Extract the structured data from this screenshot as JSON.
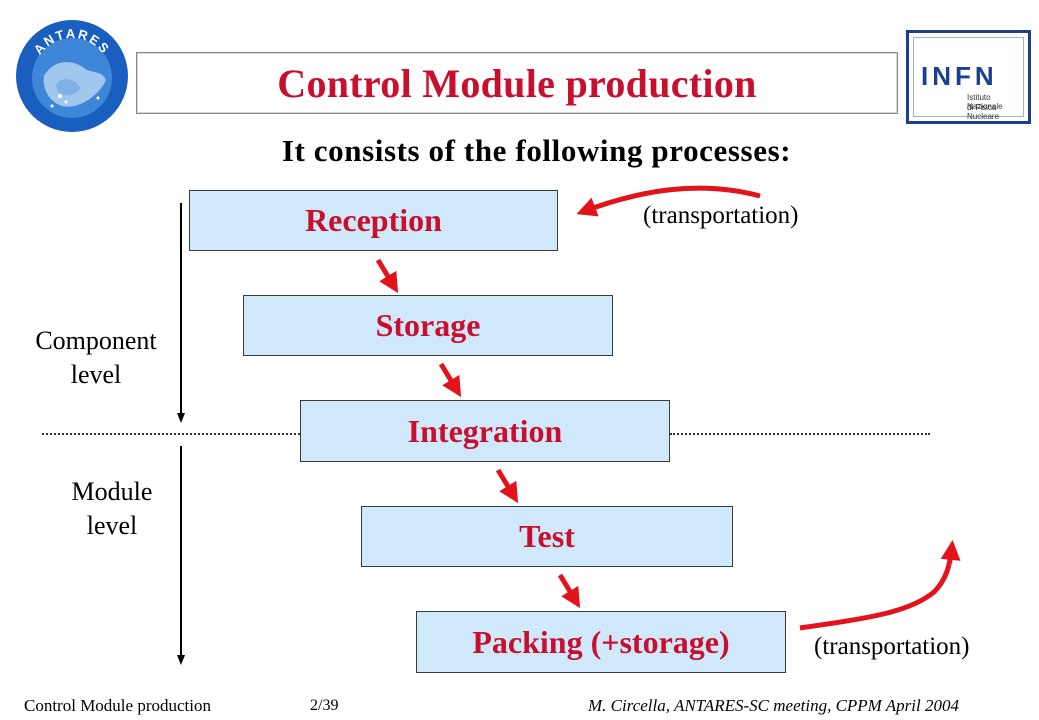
{
  "title": "Control Module production",
  "subtitle": "It consists of the following processes:",
  "processes": [
    {
      "label": "Reception"
    },
    {
      "label": "Storage"
    },
    {
      "label": "Integration"
    },
    {
      "label": "Test"
    },
    {
      "label": "Packing (+storage)"
    }
  ],
  "notes": {
    "top": "(transportation)",
    "bottom": "(transportation)"
  },
  "levels": {
    "component": [
      "Component",
      "level"
    ],
    "module": [
      "Module",
      "level"
    ]
  },
  "logos": {
    "antares": "ANTARES",
    "infn_main": "INFN",
    "infn_sub_1": "Istituto Nazionale",
    "infn_sub_2": "di Fisica Nucleare"
  },
  "footer": {
    "left": "Control Module production",
    "page": "2/39",
    "right": "M. Circella, ANTARES-SC meeting, CPPM April 2004"
  },
  "colors": {
    "accent": "#c8102e",
    "box_fill": "#cfe9fa",
    "logo_blue": "#1a5fbf"
  }
}
